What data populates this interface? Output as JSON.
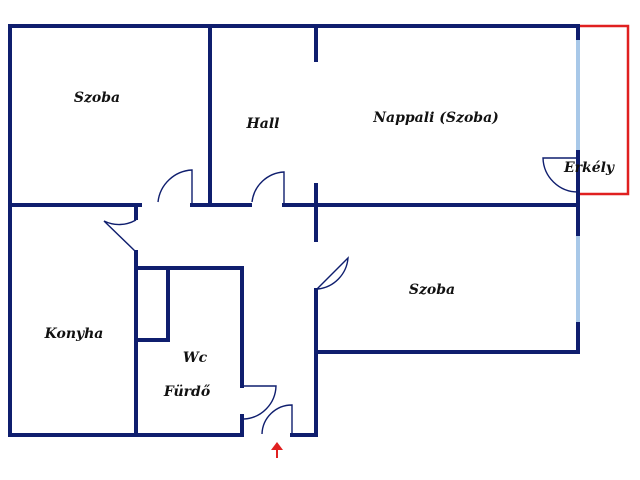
{
  "rooms": {
    "szoba_top_left": "Szoba",
    "hall": "Hall",
    "nappali": "Nappali (Szoba)",
    "erkely": "Erkély",
    "szoba_right": "Szoba",
    "konyha": "Konyha",
    "wc": "Wc",
    "furdo": "Fürdő"
  },
  "colors": {
    "wall": "#0f1e6e",
    "window": "#a8c8e8",
    "balcony": "#e02020",
    "entrance_arrow": "#e02020"
  },
  "icons": {
    "entrance": "arrow-up-icon"
  }
}
